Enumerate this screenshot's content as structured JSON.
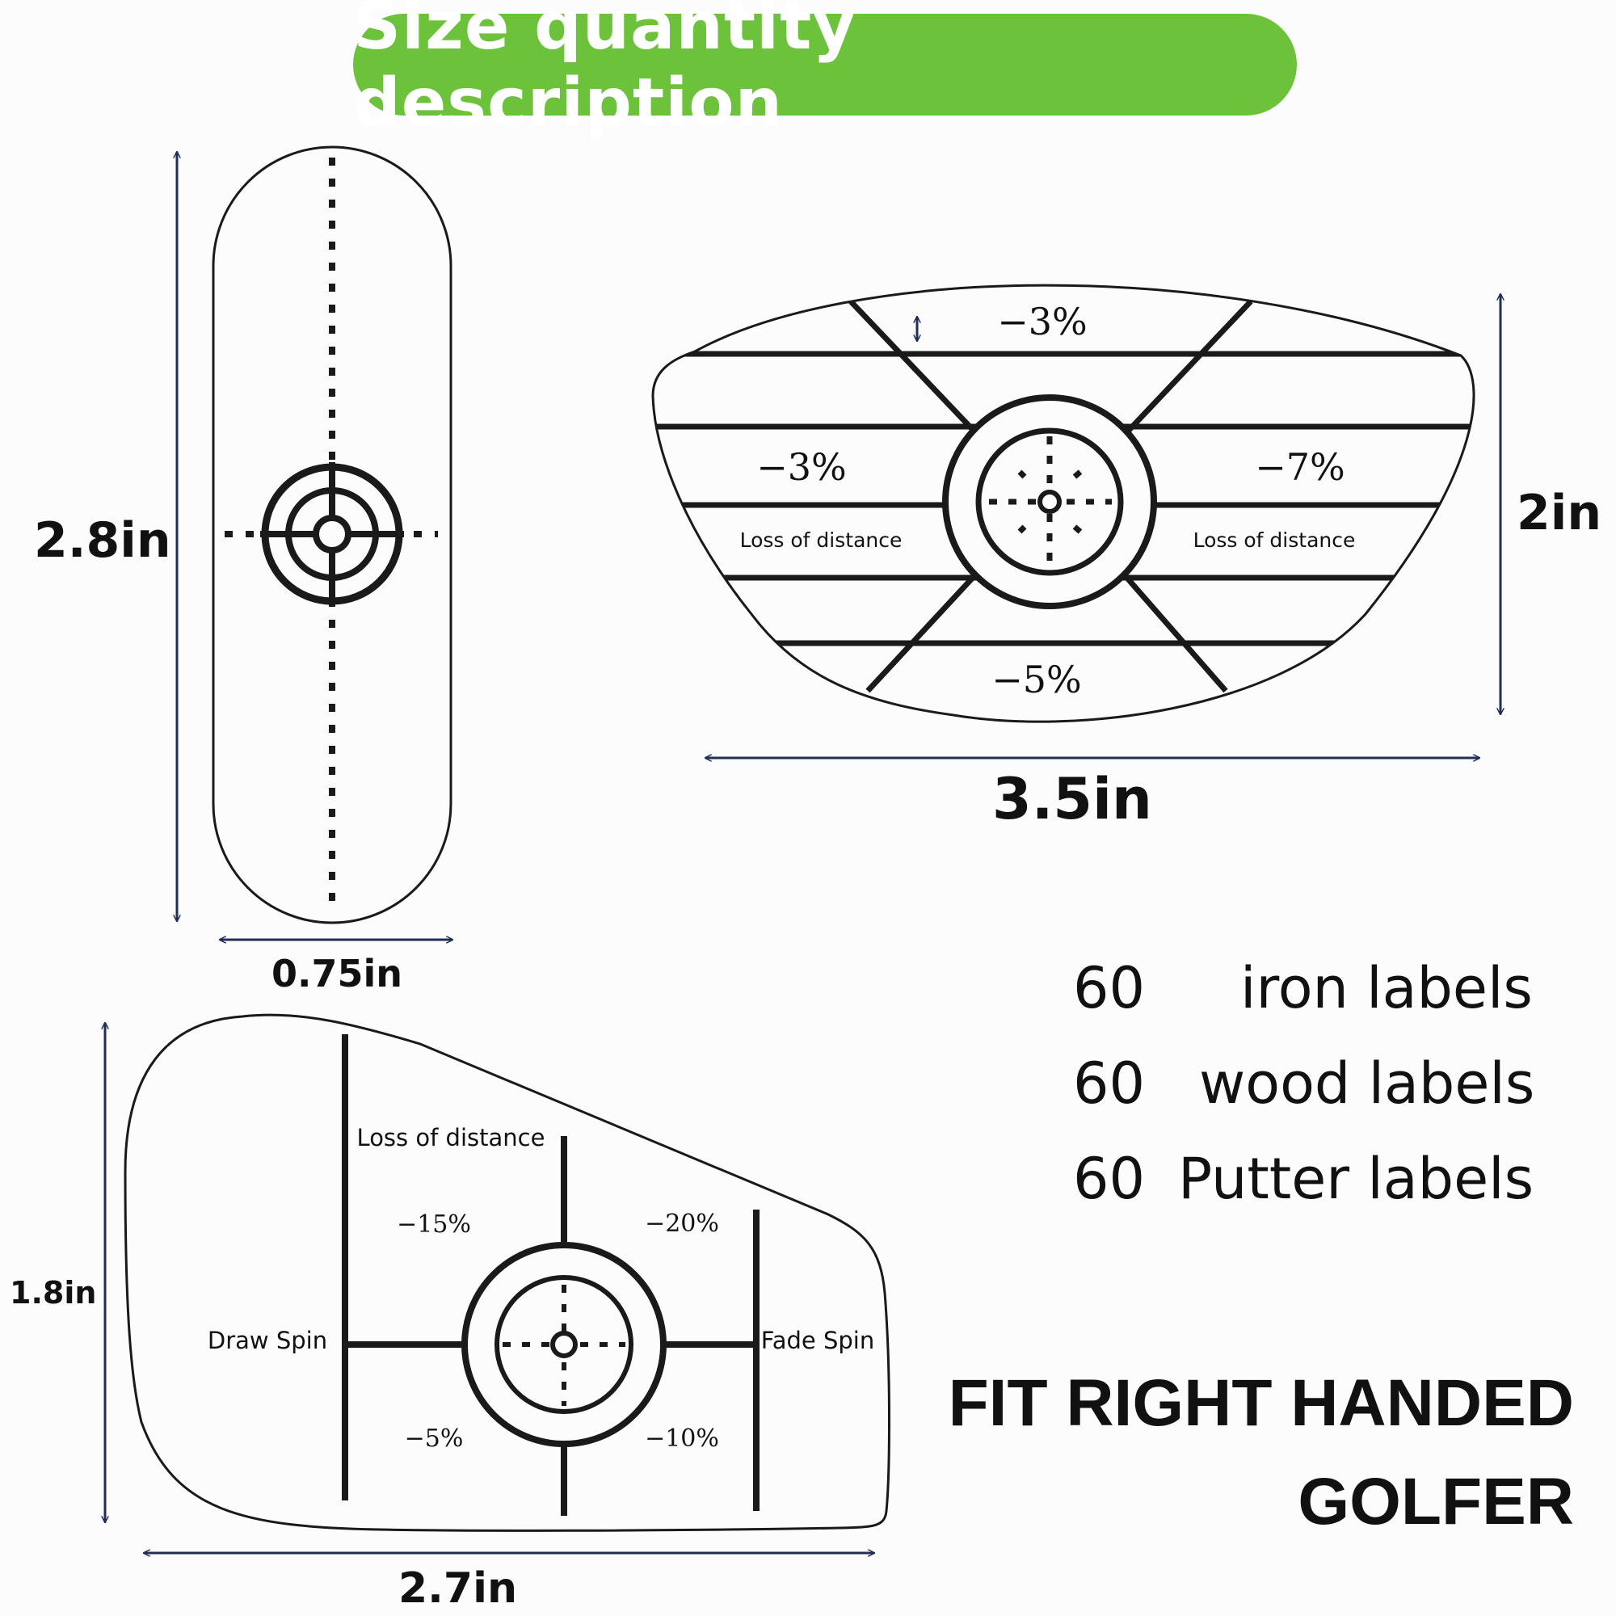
{
  "title": "Size quantity description",
  "colors": {
    "title_bg": "#6cc23a",
    "title_text": "#ffffff",
    "line": "#1a1a1a",
    "dimension_line": "#1f2f55"
  },
  "putter_label": {
    "height": "2.8in",
    "width": "0.75in"
  },
  "wood_label": {
    "height": "2in",
    "width": "3.5in",
    "top_pct": "−3%",
    "left_pct": "−3%",
    "right_pct": "−7%",
    "bottom_pct": "−5%",
    "left_note": "Loss of distance",
    "right_note": "Loss of distance"
  },
  "iron_label": {
    "height": "1.8in",
    "width": "2.7in",
    "top_note": "Loss of distance",
    "top_left_pct": "−15%",
    "top_right_pct": "−20%",
    "bottom_left_pct": "−5%",
    "bottom_right_pct": "−10%",
    "left_note": "Draw Spin",
    "right_note": "Fade Spin"
  },
  "quantities": [
    {
      "count": "60",
      "label": "iron labels"
    },
    {
      "count": "60",
      "label": "wood labels"
    },
    {
      "count": "60",
      "label": "Putter labels"
    }
  ],
  "fit_text": {
    "line1": "FIT RIGHT HANDED",
    "line2": "GOLFER"
  }
}
